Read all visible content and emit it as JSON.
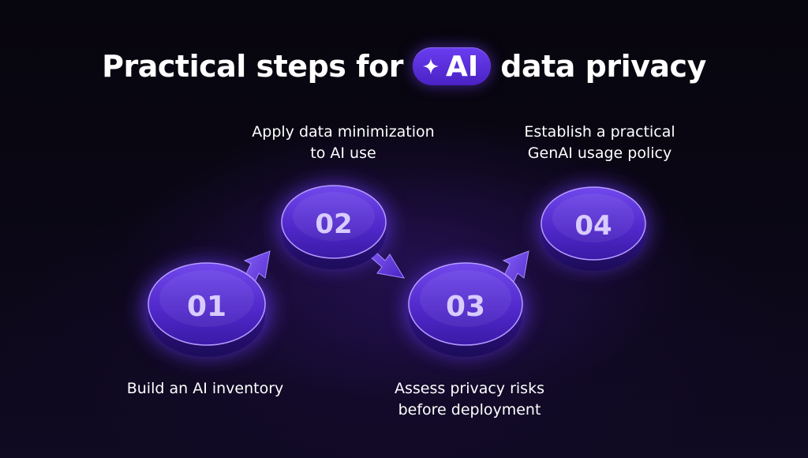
{
  "title": {
    "prefix": "Practical steps for",
    "highlight": "AI",
    "suffix": "data privacy",
    "highlight_icon": "sparkle-icon"
  },
  "steps": [
    {
      "number": "01",
      "label_lines": [
        "Build an AI inventory"
      ]
    },
    {
      "number": "02",
      "label_lines": [
        "Apply data minimization",
        "to AI use"
      ]
    },
    {
      "number": "03",
      "label_lines": [
        "Assess privacy risks",
        "before deployment"
      ]
    },
    {
      "number": "04",
      "label_lines": [
        "Establish a practical",
        "GenAI usage policy"
      ]
    }
  ],
  "colors": {
    "accent": "#6a3df0",
    "disc_face": "#5b32d6",
    "disc_side": "#2a1380",
    "glow": "#7a4bff",
    "background": "#07050d"
  }
}
